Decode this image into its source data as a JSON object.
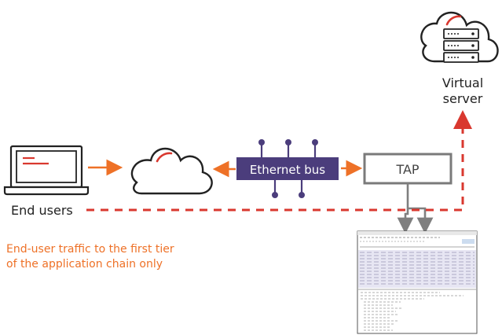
{
  "colors": {
    "dark": "#222222",
    "accent": "#d9382f",
    "orange": "#ee7127",
    "purple": "#4b3d7c",
    "gray": "#7f7f7f",
    "tap_gray": "#7a7a7a"
  },
  "nodes": {
    "end_users": {
      "label": "End users",
      "icon": "laptop-icon"
    },
    "cloud": {
      "icon": "cloud-icon"
    },
    "ethernet_bus": {
      "label": "Ethernet bus",
      "icon": "bus-pins-icon"
    },
    "tap": {
      "label": "TAP"
    },
    "virtual_server": {
      "label_line1": "Virtual",
      "label_line2": "server",
      "icon": "cloud-server-icon"
    },
    "packet_capture": {
      "icon": "packet-capture-window-icon"
    }
  },
  "caption": {
    "line1": "End-user traffic to the first tier",
    "line2": "of the application chain only"
  }
}
